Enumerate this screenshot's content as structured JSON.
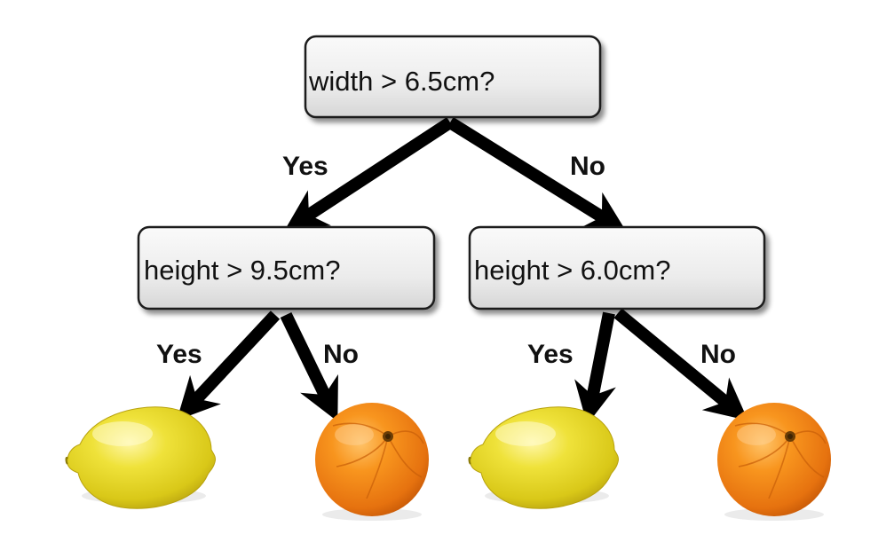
{
  "tree": {
    "root": {
      "question": "width > 6.5cm?",
      "yes_label": "Yes",
      "no_label": "No"
    },
    "left": {
      "question": "height > 9.5cm?",
      "yes_label": "Yes",
      "no_label": "No",
      "yes_leaf": "lemon",
      "no_leaf": "orange"
    },
    "right": {
      "question": "height > 6.0cm?",
      "yes_label": "Yes",
      "no_label": "No",
      "yes_leaf": "lemon",
      "no_leaf": "orange"
    }
  },
  "colors": {
    "node_fill_top": "#fafafa",
    "node_fill_bottom": "#dcdcdc",
    "node_stroke": "#1a1a1a",
    "arrow": "#000000",
    "lemon": "#e8dc1e",
    "orange": "#f07f1a"
  }
}
